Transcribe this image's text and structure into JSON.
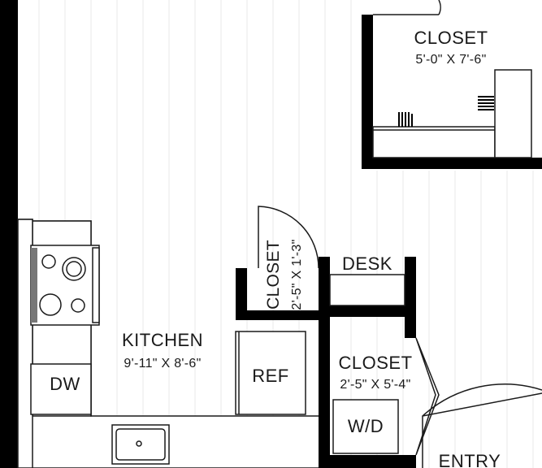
{
  "rooms": {
    "closet_top": {
      "name": "CLOSET",
      "dims": "5'-0\" X 7'-6\""
    },
    "closet_small": {
      "name": "CLOSET",
      "dims": "2'-5\" X 1'-3\""
    },
    "desk": {
      "name": "DESK"
    },
    "kitchen": {
      "name": "KITCHEN",
      "dims": "9'-11\" X 8'-6\""
    },
    "closet_wd": {
      "name": "CLOSET",
      "dims": "2'-5\" X 5'-4\""
    },
    "entry": {
      "name": "ENTRY"
    }
  },
  "fixtures": {
    "dishwasher": "DW",
    "refrigerator": "REF",
    "washer_dryer": "W/D"
  }
}
